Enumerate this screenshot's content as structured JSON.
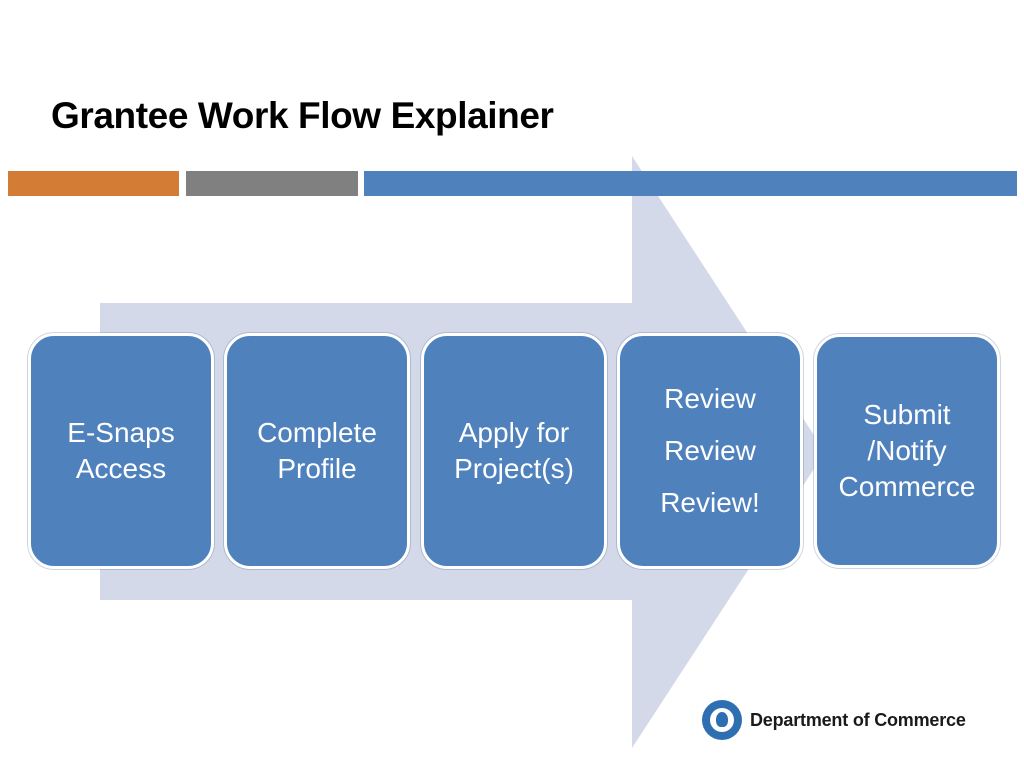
{
  "slide": {
    "title": "Grantee Work Flow Explainer"
  },
  "accent_bars": {
    "colors": [
      "#d27c36",
      "#808080",
      "#4f81bd"
    ]
  },
  "arrow": {
    "color": "#d3d9e8"
  },
  "steps": [
    {
      "lines": [
        "E-Snaps",
        "Access"
      ],
      "color": "#4f81bd"
    },
    {
      "lines": [
        "Complete",
        "Profile"
      ],
      "color": "#4f81bd"
    },
    {
      "lines": [
        "Apply for",
        "Project(s)"
      ],
      "color": "#4f81bd"
    },
    {
      "lines": [
        "Review",
        "Review",
        "Review!"
      ],
      "color": "#4f81bd"
    },
    {
      "lines": [
        "Submit",
        "/Notify",
        "Commerce"
      ],
      "color": "#4f81bd"
    }
  ],
  "footer": {
    "department": "Department of Commerce",
    "seal_icon": "washington-state-seal-icon",
    "seal_color": "#2e6fb1"
  }
}
